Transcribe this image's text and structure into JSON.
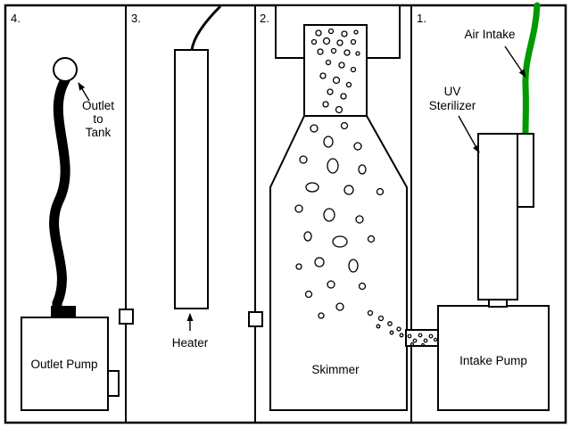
{
  "chambers": {
    "c4": {
      "number": "4.",
      "outlet_label": [
        "Outlet",
        "to",
        "Tank"
      ],
      "pump_label": "Outlet Pump"
    },
    "c3": {
      "number": "3.",
      "heater_label": "Heater"
    },
    "c2": {
      "number": "2.",
      "skimmer_label": "Skimmer"
    },
    "c1": {
      "number": "1.",
      "pump_label": "Intake Pump",
      "uv_label": [
        "UV",
        "Sterilizer"
      ],
      "air_intake_label": "Air Intake"
    }
  },
  "colors": {
    "outline": "#000000",
    "air_tube_green": "#009900",
    "background": "#FFFFFF"
  }
}
